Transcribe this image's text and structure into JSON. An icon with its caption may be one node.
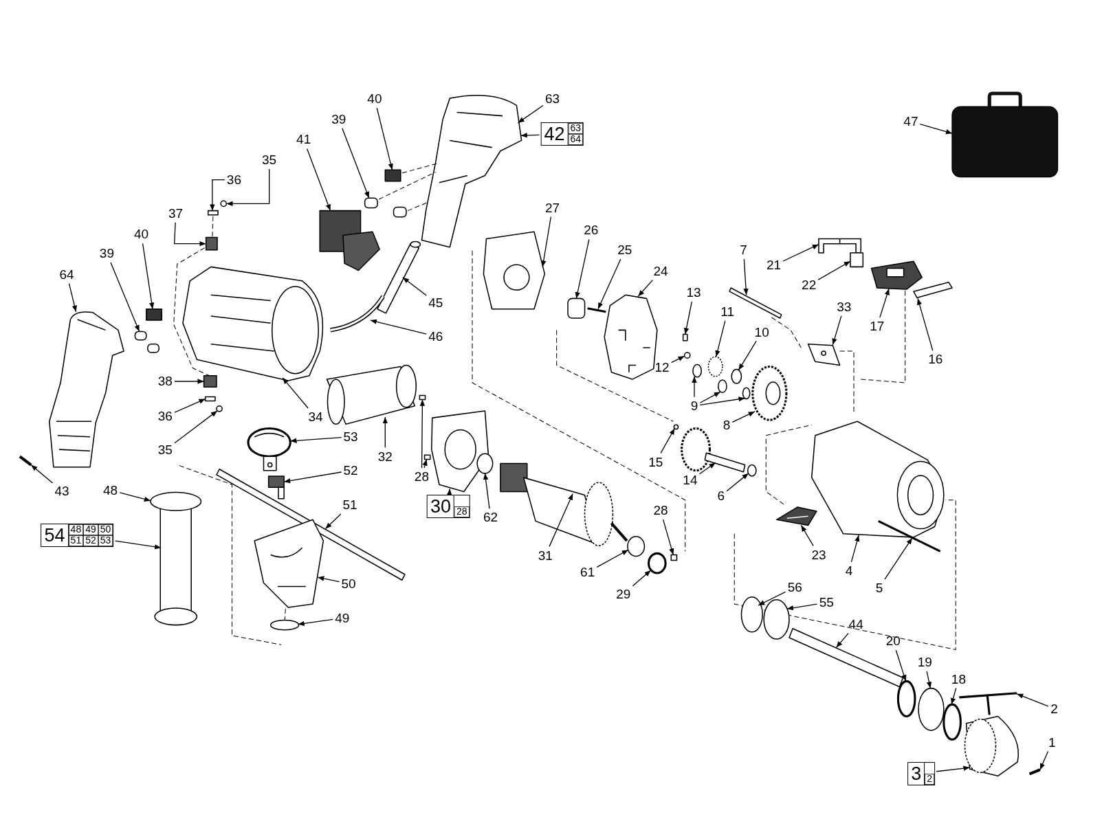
{
  "diagram": {
    "nodes": [
      {
        "text": [
          "40"
        ]
      },
      {
        "text": [
          "63"
        ]
      },
      {
        "text": [
          "42",
          "63",
          "64"
        ]
      },
      {
        "text": [
          "39"
        ]
      },
      {
        "text": [
          "41"
        ]
      },
      {
        "text": [
          "47"
        ]
      },
      {
        "text": [
          "35"
        ]
      },
      {
        "text": [
          "36"
        ]
      },
      {
        "text": [
          "37"
        ]
      },
      {
        "text": [
          "27"
        ]
      },
      {
        "text": [
          "26"
        ]
      },
      {
        "text": [
          "40"
        ]
      },
      {
        "text": [
          "25"
        ]
      },
      {
        "text": [
          "7"
        ]
      },
      {
        "text": [
          "39"
        ]
      },
      {
        "text": [
          "21"
        ]
      },
      {
        "text": [
          "24"
        ]
      },
      {
        "text": [
          "64"
        ]
      },
      {
        "text": [
          "22"
        ]
      },
      {
        "text": [
          "13"
        ]
      },
      {
        "text": [
          "45"
        ]
      },
      {
        "text": [
          "33"
        ]
      },
      {
        "text": [
          "11"
        ]
      },
      {
        "text": [
          "17"
        ]
      },
      {
        "text": [
          "10"
        ]
      },
      {
        "text": [
          "46"
        ]
      },
      {
        "text": [
          "16"
        ]
      },
      {
        "text": [
          "12"
        ]
      },
      {
        "text": [
          "38"
        ]
      },
      {
        "text": [
          "9"
        ]
      },
      {
        "text": [
          "36"
        ]
      },
      {
        "text": [
          "34"
        ]
      },
      {
        "text": [
          "8"
        ]
      },
      {
        "text": [
          "53"
        ]
      },
      {
        "text": [
          "35"
        ]
      },
      {
        "text": [
          "32"
        ]
      },
      {
        "text": [
          "15"
        ]
      },
      {
        "text": [
          "52"
        ]
      },
      {
        "text": [
          "28"
        ]
      },
      {
        "text": [
          "14"
        ]
      },
      {
        "text": [
          "43"
        ]
      },
      {
        "text": [
          "48"
        ]
      },
      {
        "text": [
          "6"
        ]
      },
      {
        "text": [
          "51"
        ]
      },
      {
        "text": [
          "30",
          "28"
        ]
      },
      {
        "text": [
          "28"
        ]
      },
      {
        "text": [
          "62"
        ]
      },
      {
        "text": [
          "54",
          "48",
          "49",
          "50",
          "51",
          "52",
          "53"
        ]
      },
      {
        "text": [
          "31"
        ]
      },
      {
        "text": [
          "23"
        ]
      },
      {
        "text": [
          "4"
        ]
      },
      {
        "text": [
          "61"
        ]
      },
      {
        "text": [
          "50"
        ]
      },
      {
        "text": [
          "5"
        ]
      },
      {
        "text": [
          "29"
        ]
      },
      {
        "text": [
          "56"
        ]
      },
      {
        "text": [
          "55"
        ]
      },
      {
        "text": [
          "49"
        ]
      },
      {
        "text": [
          "44"
        ]
      },
      {
        "text": [
          "20"
        ]
      },
      {
        "text": [
          "19"
        ]
      },
      {
        "text": [
          "18"
        ]
      },
      {
        "text": [
          "2"
        ]
      },
      {
        "text": [
          "1"
        ]
      },
      {
        "text": [
          "3",
          "2"
        ]
      },
      {
        "text": [],
        "shape": "box"
      },
      {
        "text": [],
        "shape": "picture"
      },
      {
        "text": [],
        "shape": "box"
      },
      {
        "text": [],
        "shape": "picture"
      },
      {
        "text": [],
        "shape": "box"
      },
      {
        "text": [],
        "shape": "circle"
      },
      {
        "text": [],
        "shape": "box"
      },
      {
        "text": [],
        "shape": "box"
      },
      {
        "text": [],
        "shape": "picture"
      },
      {
        "text": [],
        "shape": "box"
      },
      {
        "text": [],
        "shape": "bar"
      },
      {
        "text": [],
        "shape": "bar"
      },
      {
        "text": [],
        "shape": "box"
      },
      {
        "text": [],
        "shape": "box"
      },
      {
        "text": [],
        "shape": "picture"
      },
      {
        "text": [],
        "shape": "picture"
      },
      {
        "text": [],
        "shape": "picture"
      },
      {
        "text": [],
        "shape": "box"
      },
      {
        "text": [],
        "shape": "box"
      },
      {
        "text": [],
        "shape": "picture"
      },
      {
        "text": [],
        "shape": "picture"
      },
      {
        "text": [],
        "shape": "circle"
      },
      {
        "text": [],
        "shape": "picture"
      },
      {
        "text": [],
        "shape": "circle"
      },
      {
        "text": [],
        "shape": "picture"
      },
      {
        "text": [],
        "shape": "bar"
      },
      {
        "text": [],
        "shape": "circle"
      },
      {
        "text": [],
        "shape": "circle"
      },
      {
        "text": [],
        "shape": "circle"
      },
      {
        "text": [],
        "shape": "circle"
      },
      {
        "text": [],
        "shape": "box"
      },
      {
        "text": [],
        "shape": "box"
      },
      {
        "text": [],
        "shape": "picture"
      },
      {
        "text": [],
        "shape": "picture"
      },
      {
        "text": [],
        "shape": "picture"
      },
      {
        "text": [],
        "shape": "circle"
      },
      {
        "text": [],
        "shape": "picture"
      },
      {
        "text": [],
        "shape": "circle"
      },
      {
        "text": [],
        "shape": "picture"
      },
      {
        "text": [],
        "shape": "box"
      },
      {
        "text": [],
        "shape": "box"
      },
      {
        "text": [],
        "shape": "picture"
      },
      {
        "text": [],
        "shape": "bar"
      },
      {
        "text": [],
        "shape": "picture"
      },
      {
        "text": [],
        "shape": "circle"
      },
      {
        "text": [],
        "shape": "bar"
      },
      {
        "text": [],
        "shape": "picture"
      },
      {
        "text": [],
        "shape": "box"
      },
      {
        "text": [],
        "shape": "circle"
      },
      {
        "text": [],
        "shape": "picture"
      },
      {
        "text": [],
        "shape": "picture"
      },
      {
        "text": [],
        "shape": "picture"
      },
      {
        "text": [],
        "shape": "circle"
      },
      {
        "text": [],
        "shape": "picture"
      },
      {
        "text": [],
        "shape": "bar"
      },
      {
        "text": [],
        "shape": "circle"
      },
      {
        "text": [],
        "shape": "circle"
      },
      {
        "text": [],
        "shape": "circle"
      },
      {
        "text": [],
        "shape": "circle"
      },
      {
        "text": [],
        "shape": "bar"
      },
      {
        "text": [],
        "shape": "circle"
      },
      {
        "text": [],
        "shape": "circle"
      },
      {
        "text": [],
        "shape": "circle"
      },
      {
        "text": [],
        "shape": "picture"
      },
      {
        "text": [],
        "shape": "picture"
      },
      {
        "text": [],
        "shape": "bar"
      }
    ],
    "edges": [
      {
        "from": 0,
        "to": 65,
        "arrow": "to"
      },
      {
        "from": 1,
        "to": 66,
        "arrow": "to"
      },
      {
        "from": 2,
        "to": 66,
        "arrow": "to"
      },
      {
        "from": 3,
        "to": 67,
        "arrow": "to"
      },
      {
        "from": 4,
        "to": 68,
        "arrow": "to"
      },
      {
        "from": 5,
        "to": 69,
        "arrow": "to"
      },
      {
        "from": 6,
        "to": 70,
        "arrow": "to"
      },
      {
        "from": 7,
        "to": 71,
        "arrow": "to"
      },
      {
        "from": 8,
        "to": 72,
        "arrow": "to"
      },
      {
        "from": 9,
        "to": 73,
        "arrow": "to"
      },
      {
        "from": 10,
        "to": 74,
        "arrow": "to"
      },
      {
        "from": 11,
        "to": 77,
        "arrow": "to"
      },
      {
        "from": 12,
        "to": 75,
        "arrow": "to"
      },
      {
        "from": 13,
        "to": 76,
        "arrow": "to"
      },
      {
        "from": 14,
        "to": 78,
        "arrow": "to"
      },
      {
        "from": 15,
        "to": 79,
        "arrow": "to"
      },
      {
        "from": 16,
        "to": 80,
        "arrow": "to"
      },
      {
        "from": 17,
        "to": 81,
        "arrow": "to"
      },
      {
        "from": 18,
        "to": 82,
        "arrow": "to"
      },
      {
        "from": 19,
        "to": 83,
        "arrow": "to"
      },
      {
        "from": 20,
        "to": 84,
        "arrow": "to"
      },
      {
        "from": 21,
        "to": 85,
        "arrow": "to"
      },
      {
        "from": 22,
        "to": 86,
        "arrow": "to"
      },
      {
        "from": 23,
        "to": 87,
        "arrow": "to"
      },
      {
        "from": 24,
        "to": 88,
        "arrow": "to"
      },
      {
        "from": 25,
        "to": 89,
        "arrow": "to"
      },
      {
        "from": 26,
        "to": 90,
        "arrow": "to"
      },
      {
        "from": 27,
        "to": 91,
        "arrow": "to"
      },
      {
        "from": 28,
        "to": 95,
        "arrow": "to"
      },
      {
        "from": 29,
        "to": 92,
        "arrow": "to"
      },
      {
        "from": 29,
        "to": 93,
        "arrow": "to"
      },
      {
        "from": 29,
        "to": 94,
        "arrow": "to"
      },
      {
        "from": 30,
        "to": 96,
        "arrow": "to"
      },
      {
        "from": 31,
        "to": 97,
        "arrow": "to"
      },
      {
        "from": 32,
        "to": 98,
        "arrow": "to"
      },
      {
        "from": 33,
        "to": 99,
        "arrow": "to"
      },
      {
        "from": 34,
        "to": 100,
        "arrow": "to"
      },
      {
        "from": 35,
        "to": 101,
        "arrow": "to"
      },
      {
        "from": 36,
        "to": 102,
        "arrow": "to"
      },
      {
        "from": 37,
        "to": 103,
        "arrow": "to"
      },
      {
        "from": 38,
        "to": 104,
        "arrow": "to"
      },
      {
        "from": 38,
        "to": 105,
        "arrow": "to"
      },
      {
        "from": 39,
        "to": 106,
        "arrow": "to"
      },
      {
        "from": 40,
        "to": 107,
        "arrow": "to"
      },
      {
        "from": 41,
        "to": 108,
        "arrow": "to"
      },
      {
        "from": 42,
        "to": 109,
        "arrow": "to"
      },
      {
        "from": 43,
        "to": 110,
        "arrow": "to"
      },
      {
        "from": 44,
        "to": 111,
        "arrow": "to"
      },
      {
        "from": 45,
        "to": 112,
        "arrow": "to"
      },
      {
        "from": 46,
        "to": 113,
        "arrow": "to"
      },
      {
        "from": 47,
        "to": 108,
        "arrow": "to"
      },
      {
        "from": 48,
        "to": 114,
        "arrow": "to"
      },
      {
        "from": 49,
        "to": 115,
        "arrow": "to"
      },
      {
        "from": 50,
        "to": 116,
        "arrow": "to"
      },
      {
        "from": 51,
        "to": 117,
        "arrow": "to"
      },
      {
        "from": 52,
        "to": 118,
        "arrow": "to"
      },
      {
        "from": 53,
        "to": 119,
        "arrow": "to"
      },
      {
        "from": 54,
        "to": 120,
        "arrow": "to"
      },
      {
        "from": 55,
        "to": 121,
        "arrow": "to"
      },
      {
        "from": 56,
        "to": 122,
        "arrow": "to"
      },
      {
        "from": 57,
        "to": 123,
        "arrow": "to"
      },
      {
        "from": 58,
        "to": 124,
        "arrow": "to"
      },
      {
        "from": 59,
        "to": 125,
        "arrow": "to"
      },
      {
        "from": 60,
        "to": 126,
        "arrow": "to"
      },
      {
        "from": 61,
        "to": 127,
        "arrow": "to"
      },
      {
        "from": 62,
        "to": 128,
        "arrow": "to"
      },
      {
        "from": 63,
        "to": 130,
        "arrow": "to"
      },
      {
        "from": 64,
        "to": 129,
        "arrow": "to"
      },
      {
        "from": 65,
        "to": 66,
        "arrow": "none",
        "style": "dashed"
      },
      {
        "from": 67,
        "to": 66,
        "arrow": "none",
        "style": "dashed"
      },
      {
        "from": 71,
        "to": 72,
        "arrow": "none",
        "style": "dashed"
      },
      {
        "from": 72,
        "to": 95,
        "arrow": "none",
        "style": "dashed"
      },
      {
        "from": 118,
        "to": 123,
        "arrow": "none",
        "style": "dashed"
      }
    ]
  }
}
